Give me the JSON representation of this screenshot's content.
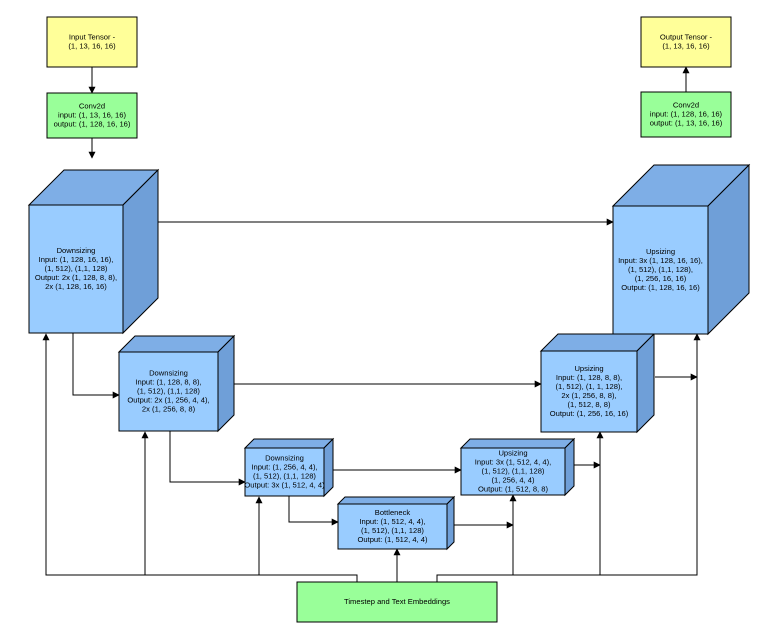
{
  "input_tensor": {
    "lines": [
      "Input Tensor -",
      "(1, 13, 16, 16)"
    ]
  },
  "conv_in": {
    "lines": [
      "Conv2d",
      "input: (1, 13, 16, 16)",
      "output: (1, 128, 16, 16)"
    ]
  },
  "down1": {
    "lines": [
      "Downsizing",
      "Input: (1, 128, 16, 16),",
      "(1, 512), (1,1, 128)",
      "Output: 2x (1, 128, 8, 8),",
      "2x (1, 128, 16, 16)"
    ]
  },
  "down2": {
    "lines": [
      "Downsizing",
      "Input: (1, 128, 8, 8),",
      "(1, 512), (1,1, 128)",
      "Output: 2x (1, 256, 4, 4),",
      "2x (1, 256, 8, 8)"
    ]
  },
  "down3": {
    "lines": [
      "Downsizing",
      "Input: (1, 256, 4, 4),",
      "(1, 512), (1,1, 128)",
      "Output: 3x (1, 512, 4, 4)"
    ]
  },
  "bottleneck": {
    "lines": [
      "Bottleneck",
      "Input: (1, 512, 4, 4),",
      "(1, 512), (1,1, 128)",
      "Output: (1, 512, 4, 4)"
    ]
  },
  "up3": {
    "lines": [
      "Upsizing",
      "Input: 3x (1, 512, 4, 4),",
      "(1, 512), (1,1, 128)",
      "(1, 256, 4, 4)",
      "Output: (1, 512, 8, 8)"
    ]
  },
  "up2": {
    "lines": [
      "Upsizing",
      "Input: (1, 128, 8, 8),",
      "(1, 512), (1, 1, 128),",
      "2x (1, 256, 8, 8),",
      "(1, 512, 8, 8)",
      "Output: (1, 256, 16, 16)"
    ]
  },
  "up1": {
    "lines": [
      "Upsizing",
      "Input: 3x (1, 128, 16, 16),",
      "(1, 512), (1,1, 128),",
      "(1, 256, 16, 16)",
      "Output: (1, 128, 16, 16)"
    ]
  },
  "conv_out": {
    "lines": [
      "Conv2d",
      "input: (1, 128, 16, 16)",
      "output: (1, 13, 16, 16)"
    ]
  },
  "output_tensor": {
    "lines": [
      "Output Tensor -",
      "(1, 13, 16, 16)"
    ]
  },
  "embeddings": {
    "lines": [
      "Timestep and Text Embeddings"
    ]
  },
  "colors": {
    "tensor_fill": "#ffff99",
    "conv_fill": "#99ff99",
    "block_front": "#99ccff",
    "block_top": "#7eaee6",
    "block_side": "#6f9fd8",
    "embedding_fill": "#99ff99",
    "stroke": "#000000"
  }
}
